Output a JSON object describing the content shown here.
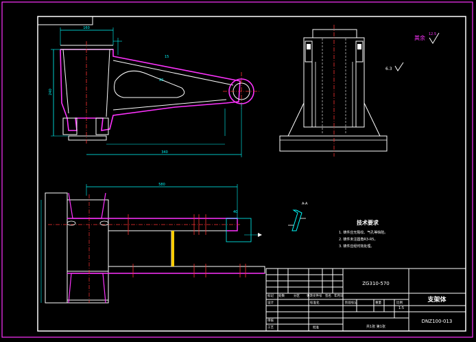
{
  "drawing": {
    "top_box_label": "",
    "roughness_main": "其余",
    "roughness_main_value": "12.5",
    "roughness_secondary_value": "6.3",
    "section_label": "A-A",
    "tech_req_title": "技术要求",
    "tech_req_items": [
      "1. 铸件应无裂纹、气孔等缺陷。",
      "2. 铸件未注圆角R3-R5。",
      "3. 铸件应经时效处理。"
    ],
    "dimensions": {
      "overall_length": "580",
      "height": "340",
      "small_a": "20",
      "small_b": "15",
      "small_c": "40",
      "left_height": "240",
      "bottom_width": "160"
    }
  },
  "title_block": {
    "material": "ZG310-570",
    "part_name": "支架体",
    "drawing_no": "DNZ100-013",
    "scale": "1:5",
    "sheet_info": "共1张 第1张",
    "col_headers": [
      "标记",
      "处数",
      "分区",
      "更改文件号",
      "签名",
      "年月日"
    ],
    "roles": [
      "设计",
      "审核",
      "工艺"
    ],
    "std_label": "标准化",
    "approve_label": "批准",
    "stage_label": "阶段标记",
    "weight_label": "重量",
    "ratio_label": "比例"
  }
}
